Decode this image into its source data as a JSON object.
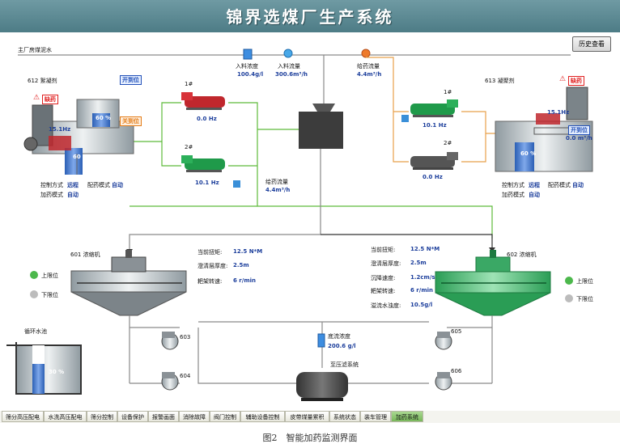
{
  "title": "锦界选煤厂生产系统",
  "history_button": "历史查看",
  "main_pipe": "主厂房煤泥水",
  "instruments": {
    "feed_concentration": {
      "label": "入料浓度",
      "value": "100.4g/l"
    },
    "feed_flow": {
      "label": "入料流量",
      "value": "300.6m³/h"
    },
    "dosing_flow_top": {
      "label": "给药流量",
      "value": "4.4m³/h"
    },
    "dosing_flow_left": {
      "label": "给药流量",
      "value": "4.4m³/h"
    }
  },
  "tank_612": {
    "name": "612 絮凝剂",
    "open_tag": "开到位",
    "close_tag": "关到位",
    "alarm": "缺药",
    "freq": "15.1Hz",
    "upper_level": "60 %",
    "lower_level": "60 %",
    "control_mode_label": "控制方式",
    "control_mode": "远程",
    "mix_mode_label": "配药模式",
    "mix_mode": "自动",
    "dosing_mode_label": "加药模式",
    "dosing_mode": "自动"
  },
  "tank_613": {
    "name": "613 凝聚剂",
    "alarm": "缺药",
    "freq": "15.1Hz",
    "open_tag": "开到位",
    "flow": "0.0 m³/h",
    "level": "60 %",
    "control_mode_label": "控制方式",
    "control_mode": "远程",
    "mix_mode_label": "配药模式",
    "mix_mode": "自动",
    "dosing_mode_label": "加药模式",
    "dosing_mode": "自动"
  },
  "pumps_left": [
    {
      "id": "1#",
      "freq": "0.0 Hz"
    },
    {
      "id": "2#",
      "freq": "10.1 Hz"
    }
  ],
  "pumps_right": [
    {
      "id": "1#",
      "freq": "10.1 Hz"
    },
    {
      "id": "2#",
      "freq": "0.0 Hz"
    }
  ],
  "thickener_601": {
    "name": "601 浓缩机",
    "rows": [
      {
        "label": "当前扭矩:",
        "value": "12.5 N*M"
      },
      {
        "label": "澄清层厚度:",
        "value": "2.5m"
      },
      {
        "label": "耙架转速:",
        "value": "6 r/min"
      }
    ],
    "upper_limit": "上限位",
    "lower_limit": "下限位"
  },
  "thickener_602": {
    "name": "602 浓缩机",
    "rows": [
      {
        "label": "当前扭矩:",
        "value": "12.5 N*M"
      },
      {
        "label": "澄清层厚度:",
        "value": "2.5m"
      },
      {
        "label": "沉降速度:",
        "value": "1.2cm/s"
      },
      {
        "label": "耙架转速:",
        "value": "6 r/min"
      },
      {
        "label": "溢流水浊度:",
        "value": "10.5g/l"
      }
    ],
    "upper_limit": "上限位",
    "lower_limit": "下限位"
  },
  "circulation_tank": {
    "name": "循环水池",
    "level": "30 %"
  },
  "bottom_flow": {
    "label": "底流浓度",
    "value": "200.6 g/l"
  },
  "filter_press": "至压滤系统",
  "pump_labels": [
    "603",
    "604",
    "605",
    "606"
  ],
  "tabs": [
    "筛分高压配电",
    "水洗高压配电",
    "筛分控制",
    "设备保护",
    "报警画面",
    "消除故障",
    "阀门控制",
    "辅助设备控制",
    "皮带煤量累积",
    "系统状态",
    "装车管理",
    "加药系统"
  ],
  "active_tab": "加药系统",
  "caption": "图2　智能加药监测界面",
  "colors": {
    "title_bar": "#5b8a94",
    "pipe_gray": "#8a8a8a",
    "pipe_green": "#5dbb3a",
    "pipe_orange": "#e8a04a",
    "active_tab": "#8cc86c",
    "pump_red": "#c0272d",
    "pump_green": "#1f9a4a"
  }
}
